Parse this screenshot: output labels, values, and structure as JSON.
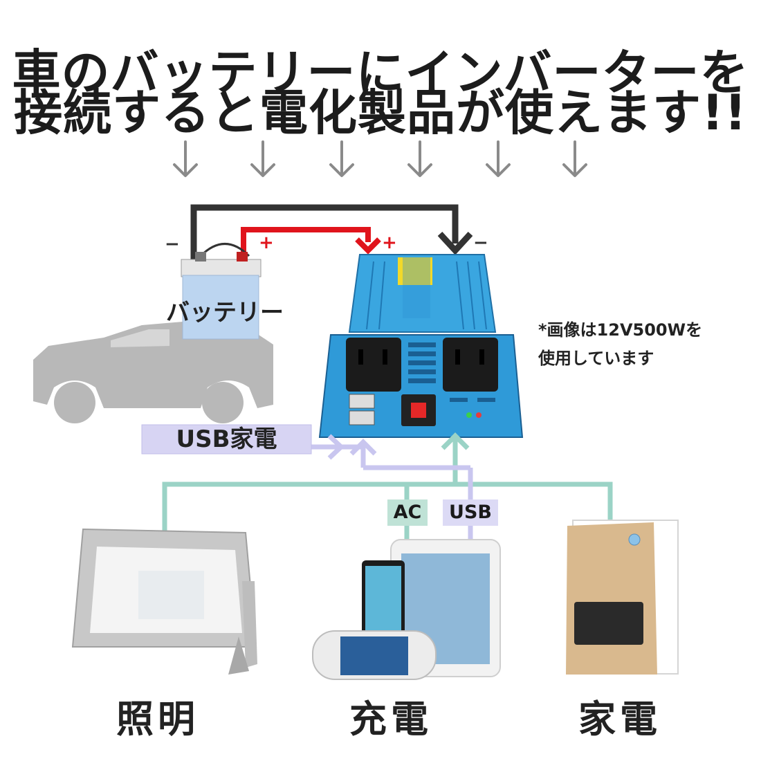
{
  "headline": {
    "line1": "車のバッテリーにインバーターを",
    "line2": "接続すると電化製品が使えます!!"
  },
  "battery": {
    "label": "バッテリー",
    "minus": "−",
    "plus": "+"
  },
  "inverter": {
    "plus": "+",
    "minus": "−"
  },
  "note": {
    "line1": "*画像は12V500Wを",
    "line2": "使用しています"
  },
  "tags": {
    "usb_appliance": "USB家電",
    "ac": "AC",
    "usb": "USB"
  },
  "categories": {
    "lighting": "照明",
    "charging": "充電",
    "appliance": "家電"
  },
  "colors": {
    "positive_wire": "#e0141c",
    "negative_wire": "#333333",
    "inverter_body": "#2f9ad8",
    "ac_line": "#9bd3c6",
    "usb_line": "#c9c6ef",
    "car": "#b8b8b8",
    "arrow": "#8a8a8a"
  }
}
